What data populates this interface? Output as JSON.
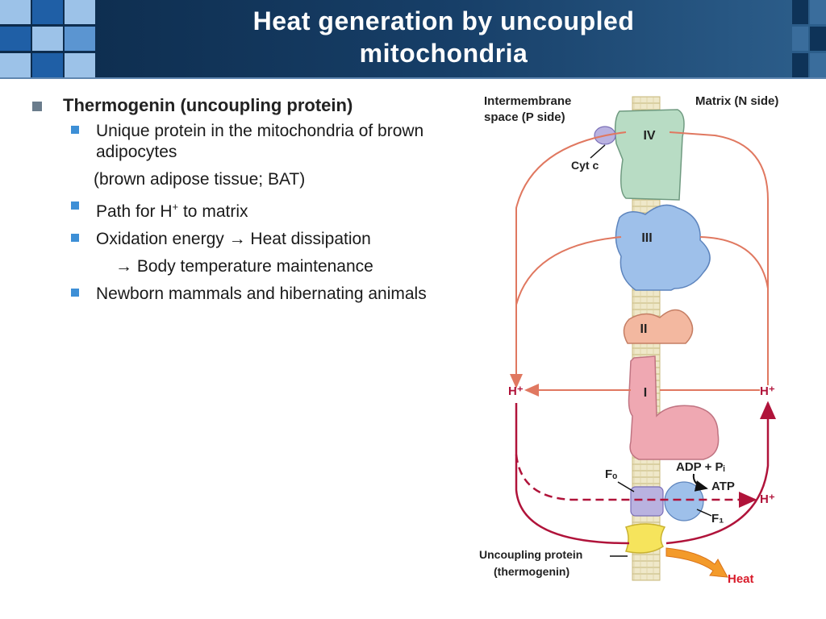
{
  "slide": {
    "title_line1": "Heat generation by uncoupled",
    "title_line2": "mitochondria"
  },
  "bullets": {
    "main": "Thermogenin (uncoupling protein)",
    "sub1": "Unique protein in the mitochondria of brown adipocytes",
    "sub1_cont": "(brown adipose tissue; BAT)",
    "sub2_pre": "Path for H",
    "sub2_sup": "+",
    "sub2_post": " to matrix",
    "sub3": "Oxidation energy → Heat dissipation",
    "sub3_cont": "→ Body temperature maintenance",
    "sub4": "Newborn mammals and hibernating animals"
  },
  "diagram": {
    "ims_line1": "Intermembrane",
    "ims_line2": "space (P side)",
    "matrix": "Matrix (N side)",
    "complex_iv": "IV",
    "complex_iii": "III",
    "complex_ii": "II",
    "complex_i": "I",
    "cyt_c": "Cyt c",
    "h_left": "H⁺",
    "h_right": "H⁺",
    "h_atp": "H⁺",
    "adp": "ADP + Pᵢ",
    "atp": "ATP",
    "fo": "Fₒ",
    "f1": "F₁",
    "uncoupling_line1": "Uncoupling protein",
    "uncoupling_line2": "(thermogenin)",
    "heat": "Heat"
  },
  "colors": {
    "header_bg": "#0c2a4a",
    "tile_dark": "#1f5fa6",
    "tile_light": "#9cc2e8",
    "arrow_salmon": "#e07860",
    "arrow_red": "#b0133a",
    "heat": "#d81b2a"
  }
}
